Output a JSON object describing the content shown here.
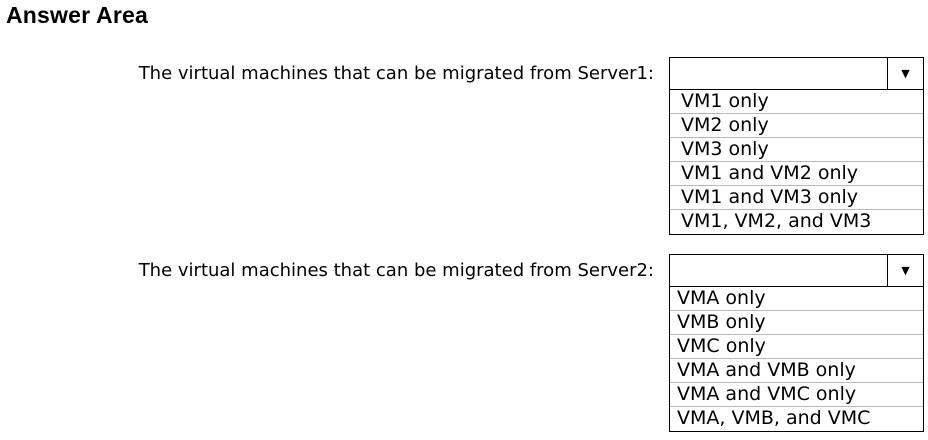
{
  "title": "Answer Area",
  "questions": [
    {
      "label": "The virtual machines that can be migrated from Server1:",
      "selected": "",
      "options": [
        "VM1 only",
        "VM2 only",
        "VM3 only",
        "VM1 and VM2 only",
        "VM1 and VM3 only",
        "VM1, VM2, and VM3"
      ]
    },
    {
      "label": "The virtual machines that can be migrated from Server2:",
      "selected": "",
      "options": [
        "VMA only",
        "VMB only",
        "VMC only",
        "VMA and VMB only",
        "VMA and VMC only",
        "VMA, VMB, and VMC"
      ]
    }
  ],
  "icons": {
    "dropdown_arrow": "▼"
  }
}
